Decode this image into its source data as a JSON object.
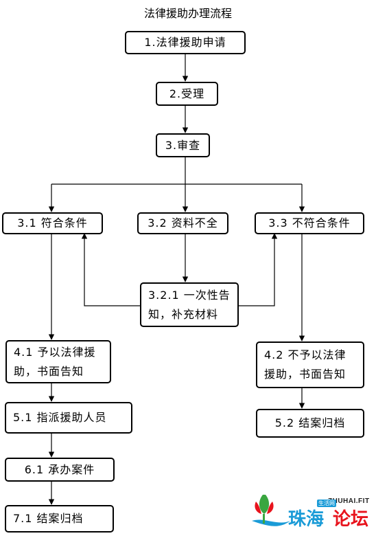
{
  "title": "法律援助办理流程",
  "nodes": {
    "n1": "1.法律援助申请",
    "n2": "2.受理",
    "n3": "3.审查",
    "n31": "3.1 符合条件",
    "n32": "3.2 资料不全",
    "n33": "3.3 不符合条件",
    "n321": "3.2.1 一次性告\n知，补充材料",
    "n41": "4.1 予以法律援\n助，书面告知",
    "n42": "4.2 不予以法律\n援助，书面告知",
    "n51": "5.1 指派援助人员",
    "n52": "5.2 结案归档",
    "n61": "6.1 承办案件",
    "n71": "7.1 结案归档"
  },
  "watermark": {
    "site": "ZHUHAI.FIT",
    "tag": "生活网",
    "city": "珠海",
    "forum": "论坛"
  },
  "colors": {
    "stroke": "#000000",
    "watermark_blue": "#1a9bd7",
    "watermark_red": "#e8141d",
    "watermark_green": "#3aa640"
  }
}
